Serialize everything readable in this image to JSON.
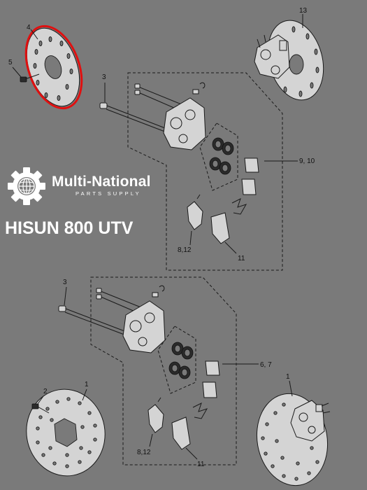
{
  "brand": {
    "name": "Multi-National",
    "subtitle": "PARTS SUPPLY",
    "icon": "gear-globe-icon"
  },
  "product_title": "HISUN 800 UTV",
  "callouts": {
    "c4": "4",
    "c5": "5",
    "c13": "13",
    "c3a": "3",
    "c910": "9, 10",
    "c812a": "8,12",
    "c11a": "11",
    "c3b": "3",
    "c67": "6, 7",
    "c2": "2",
    "c1a": "1",
    "c1b": "1",
    "c812b": "8,12",
    "c11b": "11"
  },
  "highlight": {
    "part": "4",
    "color": "#e01010"
  },
  "colors": {
    "background": "#7a7a7a",
    "line": "#1a1a1a",
    "part_fill": "#d4d4d4",
    "text_light": "#ffffff"
  }
}
